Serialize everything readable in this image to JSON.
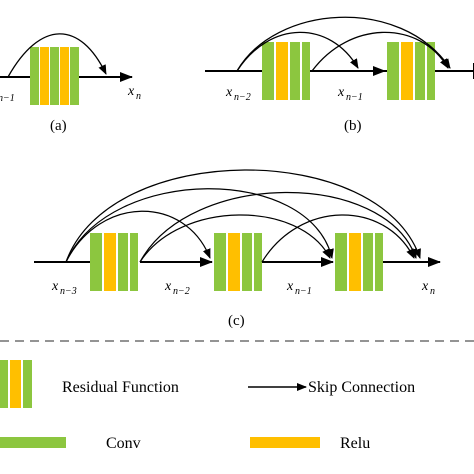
{
  "colors": {
    "conv": "#8cc63f",
    "relu": "#ffbf00",
    "line": "#000000",
    "divider": "#555555"
  },
  "panels": {
    "a": {
      "caption": "(a)",
      "in_label_sub": "n−1",
      "out_label": "x",
      "out_sub": "n"
    },
    "b": {
      "caption": "(b)",
      "labels": [
        {
          "base": "x",
          "sub": "n−2"
        },
        {
          "base": "x",
          "sub": "n−1"
        }
      ]
    },
    "c": {
      "caption": "(c)",
      "labels": [
        {
          "base": "x",
          "sub": "n−3"
        },
        {
          "base": "x",
          "sub": "n−2"
        },
        {
          "base": "x",
          "sub": "n−1"
        },
        {
          "base": "x",
          "sub": "n"
        }
      ]
    }
  },
  "legend": {
    "residual_function": "Residual Function",
    "skip_connection": "Skip Connection",
    "conv": "Conv",
    "relu": "Relu"
  }
}
